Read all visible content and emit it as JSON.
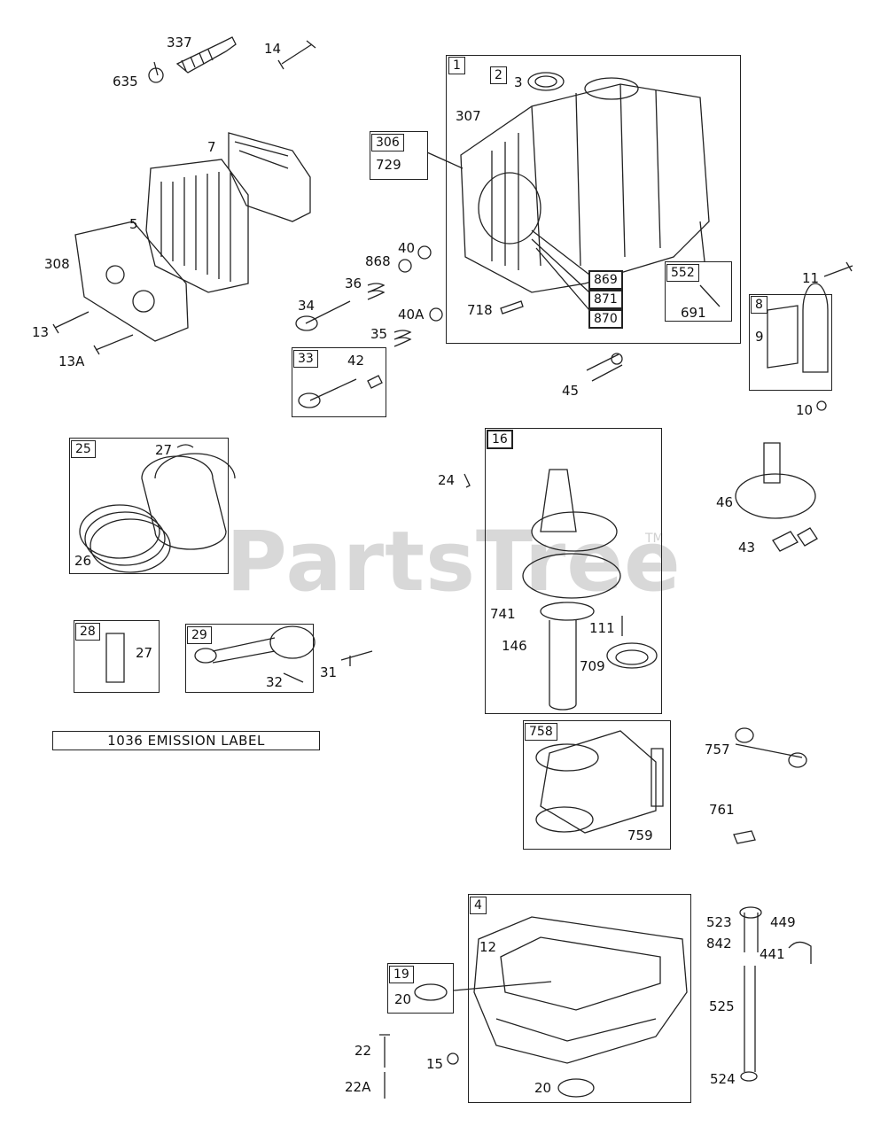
{
  "watermark": {
    "brand": "PartsTree",
    "trademark": "TM"
  },
  "emission_label": "1036 EMISSION LABEL",
  "callouts": {
    "c337": "337",
    "c635": "635",
    "c14": "14",
    "c7": "7",
    "c5": "5",
    "c308": "308",
    "c13": "13",
    "c13A": "13A",
    "c34": "34",
    "c868": "868",
    "c36": "36",
    "c40": "40",
    "c40A": "40A",
    "c35": "35",
    "c42": "42",
    "c3": "3",
    "c307": "307",
    "c729": "729",
    "c718": "718",
    "c691": "691",
    "c869": "869",
    "c871": "871",
    "c870": "870",
    "c11": "11",
    "c9": "9",
    "c10": "10",
    "c45": "45",
    "c27a": "27",
    "c26": "26",
    "c24": "24",
    "c741": "741",
    "c146": "146",
    "c111": "111",
    "c709": "709",
    "c46": "46",
    "c43": "43",
    "c27b": "27",
    "c32": "32",
    "c31": "31",
    "c757": "757",
    "c761": "761",
    "c759": "759",
    "c12": "12",
    "c20a": "20",
    "c20b": "20",
    "c22": "22",
    "c22A": "22A",
    "c15": "15",
    "c523": "523",
    "c449": "449",
    "c842": "842",
    "c441": "441",
    "c525": "525",
    "c524": "524"
  },
  "boxed_refs": {
    "b1": "1",
    "b2": "2",
    "b306": "306",
    "b552": "552",
    "b8": "8",
    "b33": "33",
    "b16": "16",
    "b25": "25",
    "b28": "28",
    "b29": "29",
    "b758": "758",
    "b4": "4",
    "b19": "19"
  }
}
